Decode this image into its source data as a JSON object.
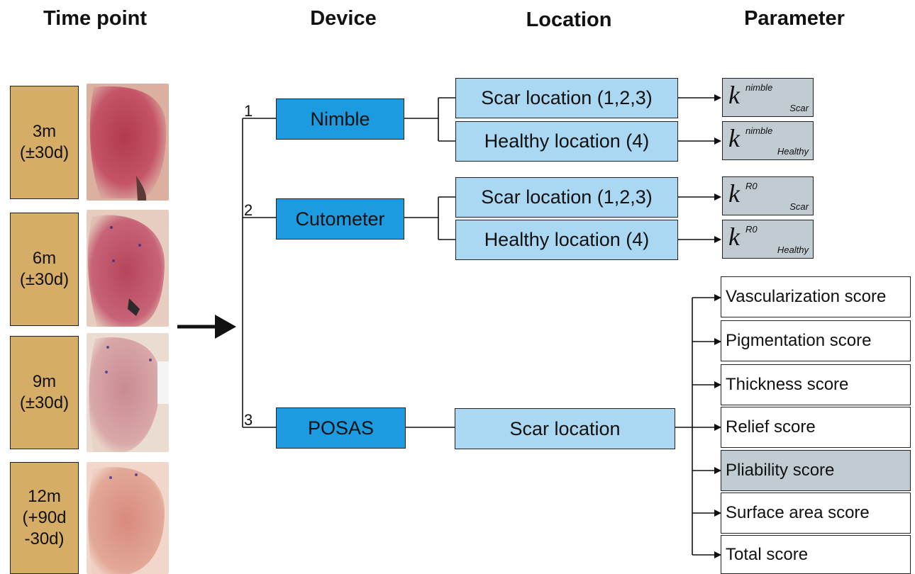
{
  "headers": {
    "time_point": "Time point",
    "device": "Device",
    "location": "Location",
    "parameter": "Parameter"
  },
  "time_points": [
    {
      "label": "3m\n(±30d)"
    },
    {
      "label": "6m\n(±30d)"
    },
    {
      "label": "9m\n(±30d)"
    },
    {
      "label": "12m\n(+90d\n-30d)"
    }
  ],
  "branch_numbers": [
    "1",
    "2",
    "3"
  ],
  "devices": {
    "nimble": "Nimble",
    "cutometer": "Cutometer",
    "posas": "POSAS"
  },
  "locations": {
    "nimble_scar": "Scar location (1,2,3)",
    "nimble_healthy": "Healthy location (4)",
    "cutometer_scar": "Scar location (1,2,3)",
    "cutometer_healthy": "Healthy location (4)",
    "posas_scar": "Scar location"
  },
  "parameters": {
    "k_nimble_scar": {
      "base": "k",
      "sup": "nimble",
      "sub": "Scar"
    },
    "k_nimble_healthy": {
      "base": "k",
      "sup": "nimble",
      "sub": "Healthy"
    },
    "k_r0_scar": {
      "base": "k",
      "sup": "R0",
      "sub": "Scar"
    },
    "k_r0_healthy": {
      "base": "k",
      "sup": "R0",
      "sub": "Healthy"
    }
  },
  "posas_scores": [
    {
      "label": "Vascularization score",
      "highlighted": false
    },
    {
      "label": "Pigmentation score",
      "highlighted": false
    },
    {
      "label": "Thickness score",
      "highlighted": false
    },
    {
      "label": "Relief score",
      "highlighted": false
    },
    {
      "label": "Pliability score",
      "highlighted": true
    },
    {
      "label": "Surface area score",
      "highlighted": false
    },
    {
      "label": "Total score",
      "highlighted": false
    }
  ],
  "colors": {
    "time_point_box": "#d6ad66",
    "device_box": "#1d9be0",
    "location_box": "#aad7f2",
    "parameter_box": "#c1cbd2",
    "score_box": "#ffffff",
    "score_highlight": "#c1cbd2"
  }
}
